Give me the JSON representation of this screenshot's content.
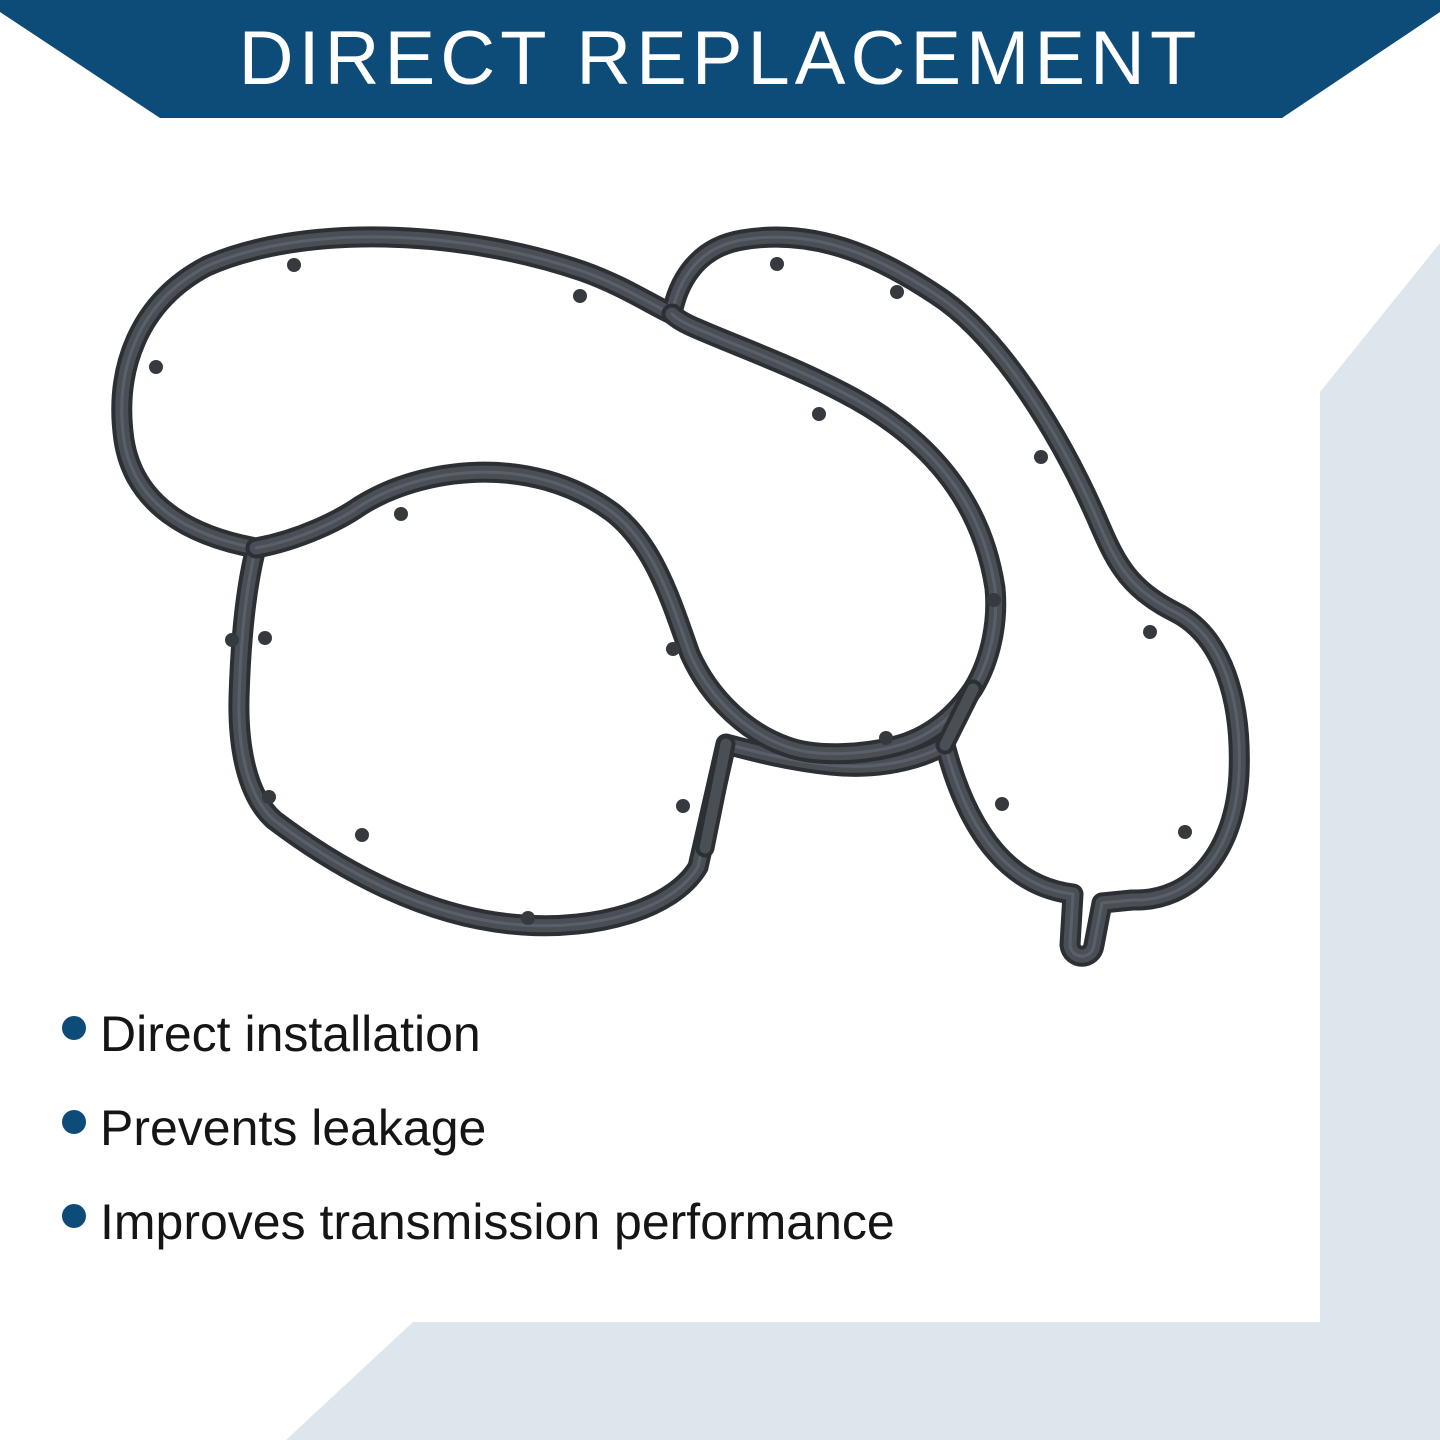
{
  "banner": {
    "title": "DIRECT REPLACEMENT"
  },
  "features": [
    {
      "text": "Direct installation",
      "icon": "bullet-dot-icon"
    },
    {
      "text": "Prevents leakage",
      "icon": "bullet-dot-icon"
    },
    {
      "text": "Improves transmission performance",
      "icon": "bullet-dot-icon"
    }
  ],
  "colors": {
    "banner": "#0d4b78",
    "panel": "#dde5ed",
    "gasket": "#3b3f44",
    "text": "#151515",
    "background": "#ffffff"
  },
  "product": {
    "icon": "gasket-icon"
  }
}
